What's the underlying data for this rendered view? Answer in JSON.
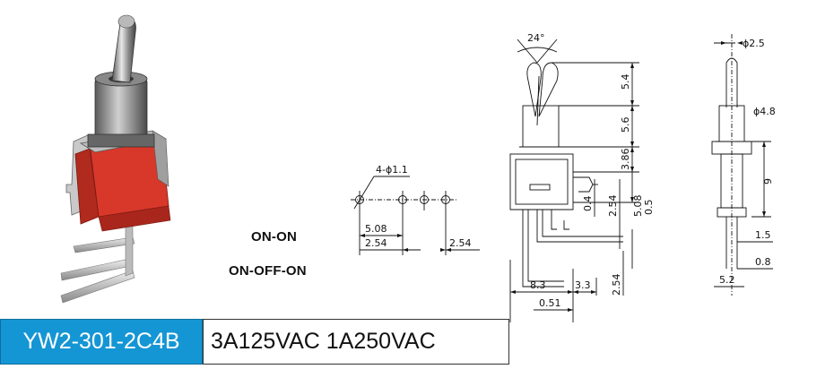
{
  "footer": {
    "model": "YW2-301-2C4B",
    "rating": "3A125VAC 1A250VAC"
  },
  "modes": [
    "ON-ON",
    "ON-OFF-ON"
  ],
  "pcb_layout": {
    "hole_label": "4-ϕ1.1",
    "dims": [
      "5.08",
      "2.54",
      "2.54"
    ]
  },
  "front_view": {
    "angle": "24°",
    "dims_right": [
      "5.4",
      "5.6",
      "3.86",
      "5.08",
      "2.54",
      "0.4",
      "0.5"
    ],
    "dims_bottom": [
      "8.3",
      "3.3",
      "0.51",
      "2.54"
    ]
  },
  "side_view": {
    "dims": [
      "ϕ2.5",
      "ϕ4.8",
      "9",
      "1.5",
      "0.8",
      "5.2"
    ]
  },
  "colors": {
    "accent": "#1596d4",
    "housing": "#d8382a",
    "metal": "#9a9a9a"
  }
}
